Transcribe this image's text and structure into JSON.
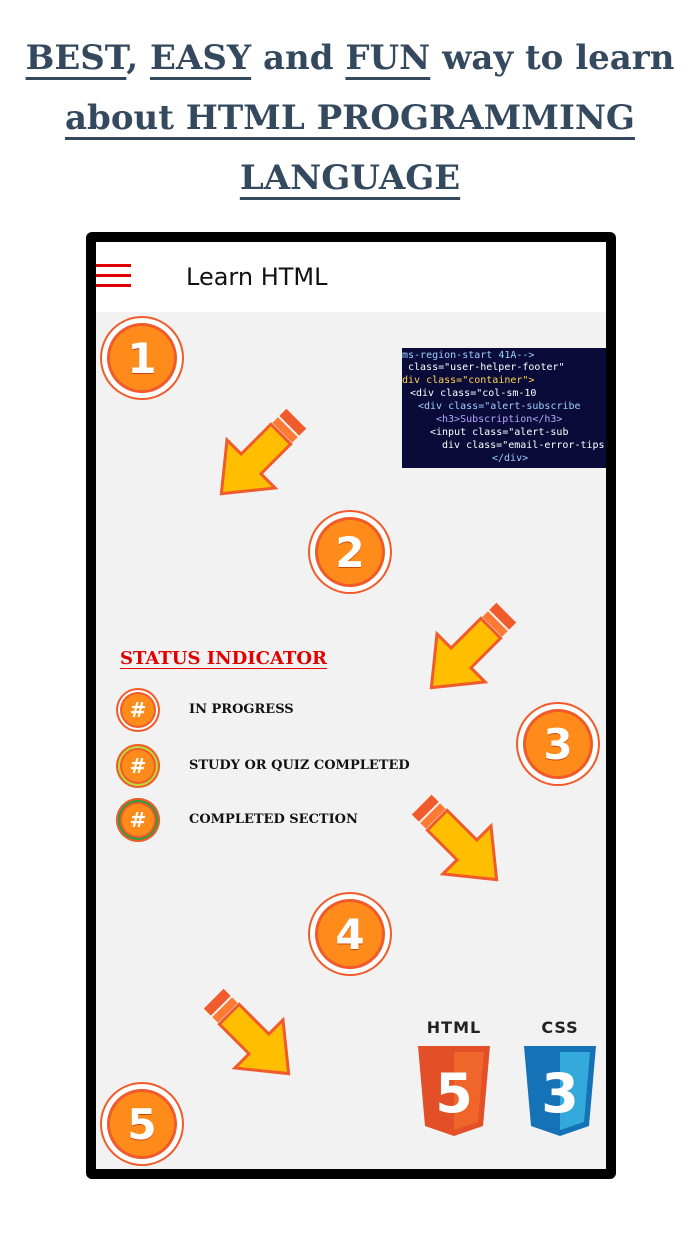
{
  "headline": {
    "line1_w1": "BEST",
    "line1_sep1": ",",
    "line1_w2": "EASY",
    "line1_and": " and ",
    "line1_w3": "FUN",
    "line1_rest": " way to learn",
    "line2": "about HTML PROGRAMMING",
    "line3": "LANGUAGE"
  },
  "app": {
    "title": "Learn HTML",
    "menu_icon": "hamburger-menu-icon"
  },
  "steps": [
    "1",
    "2",
    "3",
    "4",
    "5"
  ],
  "code_snippet": {
    "lines": [
      "ms-region-start 41A-->",
      "  class=\"user-helper-footer\"",
      "div class=\"container\">",
      "  <div class=\"col-sm-10",
      "    <div class=\"alert-subscribe",
      "      <h3>Subscription</h3>",
      "    <input class=\"alert-sub",
      "      div class=\"email-error-tips\"",
      "        </div>"
    ]
  },
  "status": {
    "title": "STATUS INDICATOR",
    "badge_symbol": "#",
    "items": [
      {
        "label": "IN PROGRESS",
        "ring": "#f15a2a",
        "fill": "#ff8c1a",
        "outer": "#ffffff"
      },
      {
        "label": "STUDY OR QUIZ COMPLETED",
        "ring": "#f15a2a",
        "fill": "#ff8c1a",
        "outer": "#b7dd3a"
      },
      {
        "label": "COMPLETED SECTION",
        "ring": "#f15a2a",
        "fill": "#ff8c1a",
        "outer": "#2e9e3e"
      }
    ]
  },
  "logos": {
    "html_label": "HTML",
    "html_digit": "5",
    "css_label": "CSS",
    "css_digit": "3"
  },
  "colors": {
    "headline": "#34495e",
    "status_title": "#e00000",
    "menu": "#e00000",
    "step_orange": "#ff8c1a",
    "arrow_yellow": "#ffbf00",
    "arrow_orange": "#f15a2a"
  }
}
